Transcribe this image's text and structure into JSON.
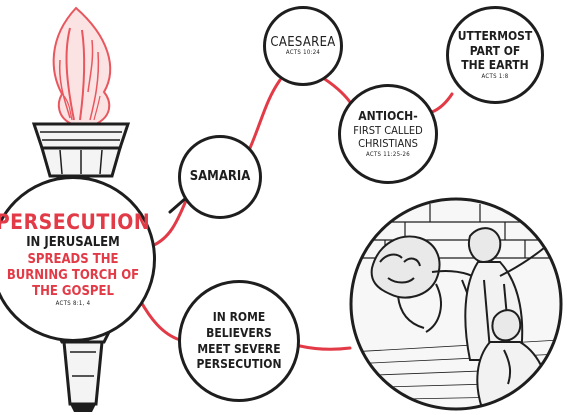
{
  "colors": {
    "accent": "#e23a46",
    "ink": "#1e1e1e",
    "flame": "#e8565e"
  },
  "icons": {
    "torch": "torch-icon",
    "flame": "flame-icon",
    "illustration": "lion-and-believers-illustration"
  },
  "nodes": {
    "jerusalem": {
      "line1": "PERSECUTION",
      "line2": "IN JERUSALEM",
      "line3": "SPREADS THE",
      "line4": "BURNING TORCH OF",
      "line5": "THE GOSPEL",
      "ref": "ACTS 8:1, 4"
    },
    "samaria": {
      "label": "SAMARIA"
    },
    "caesarea": {
      "label": "CAESAREA",
      "ref": "ACTS 10:24"
    },
    "antioch": {
      "line1": "ANTIOCH-",
      "line2": "FIRST CALLED",
      "line3": "CHRISTIANS",
      "ref": "ACTS 11:25-26"
    },
    "uttermost": {
      "line1": "UTTERMOST",
      "line2": "PART OF",
      "line3": "THE EARTH",
      "ref": "ACTS 1:8"
    },
    "rome": {
      "line1": "IN ROME",
      "line2": "BELIEVERS",
      "line3": "MEET SEVERE",
      "line4": "PERSECUTION"
    }
  }
}
